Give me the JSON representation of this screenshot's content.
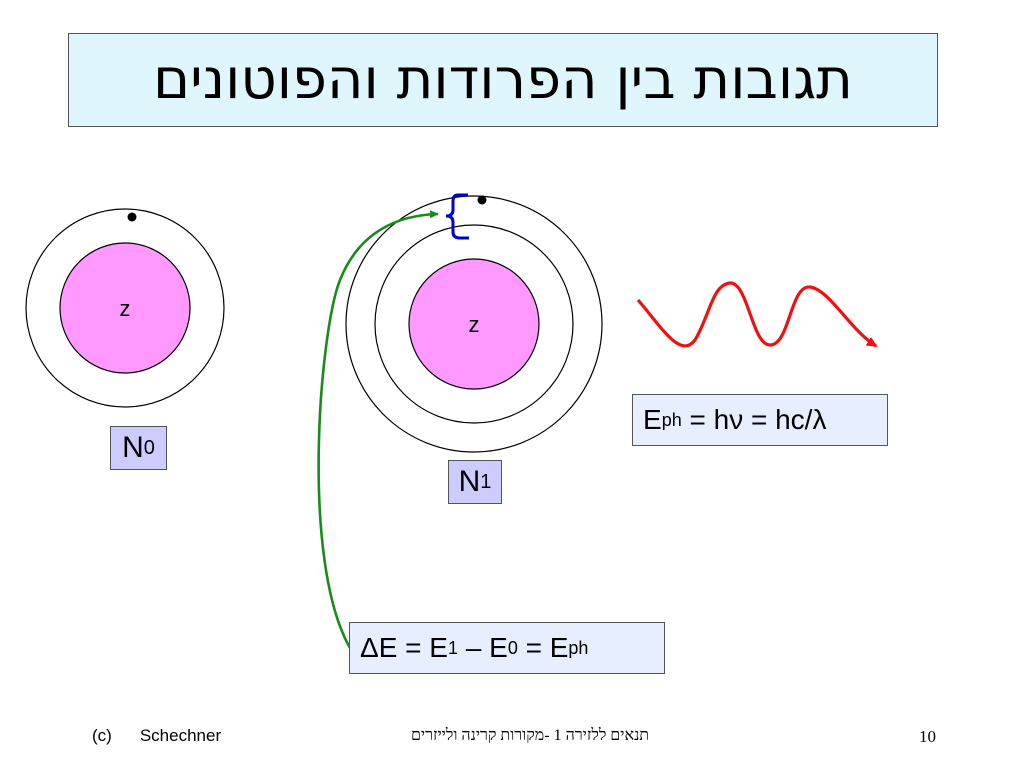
{
  "slide": {
    "title": "תגובות בין הפרודות והפוטונים"
  },
  "atoms": [
    {
      "nucleus_label": "z",
      "state_label": "N",
      "state_sub": "0"
    },
    {
      "nucleus_label": "z",
      "state_label": "N",
      "state_sub": "1"
    }
  ],
  "photon_equation": {
    "E": "E",
    "E_sub": "ph",
    "rest": " = hν = hc/λ"
  },
  "energy_equation": {
    "delta": "ΔE",
    "eq1": " = E",
    "sub1": "1",
    "minus": " – E",
    "sub0": "0",
    "eq2": " = E",
    "sub_ph": "ph"
  },
  "colors": {
    "nucleus": "#ff99ff",
    "arrow_green": "#1a8a1a",
    "brace_blue": "#0000cc",
    "wave_red": "#ee1111",
    "title_bg": "#dff6fc",
    "label_bg": "#ccccff",
    "eq_bg": "#e6eeff"
  },
  "footer": {
    "copyright": "(c)",
    "author": "Schechner",
    "course": "תנאים  ללזירה 1 -מקורות קרינה ולייזרים",
    "page_number": "10"
  }
}
